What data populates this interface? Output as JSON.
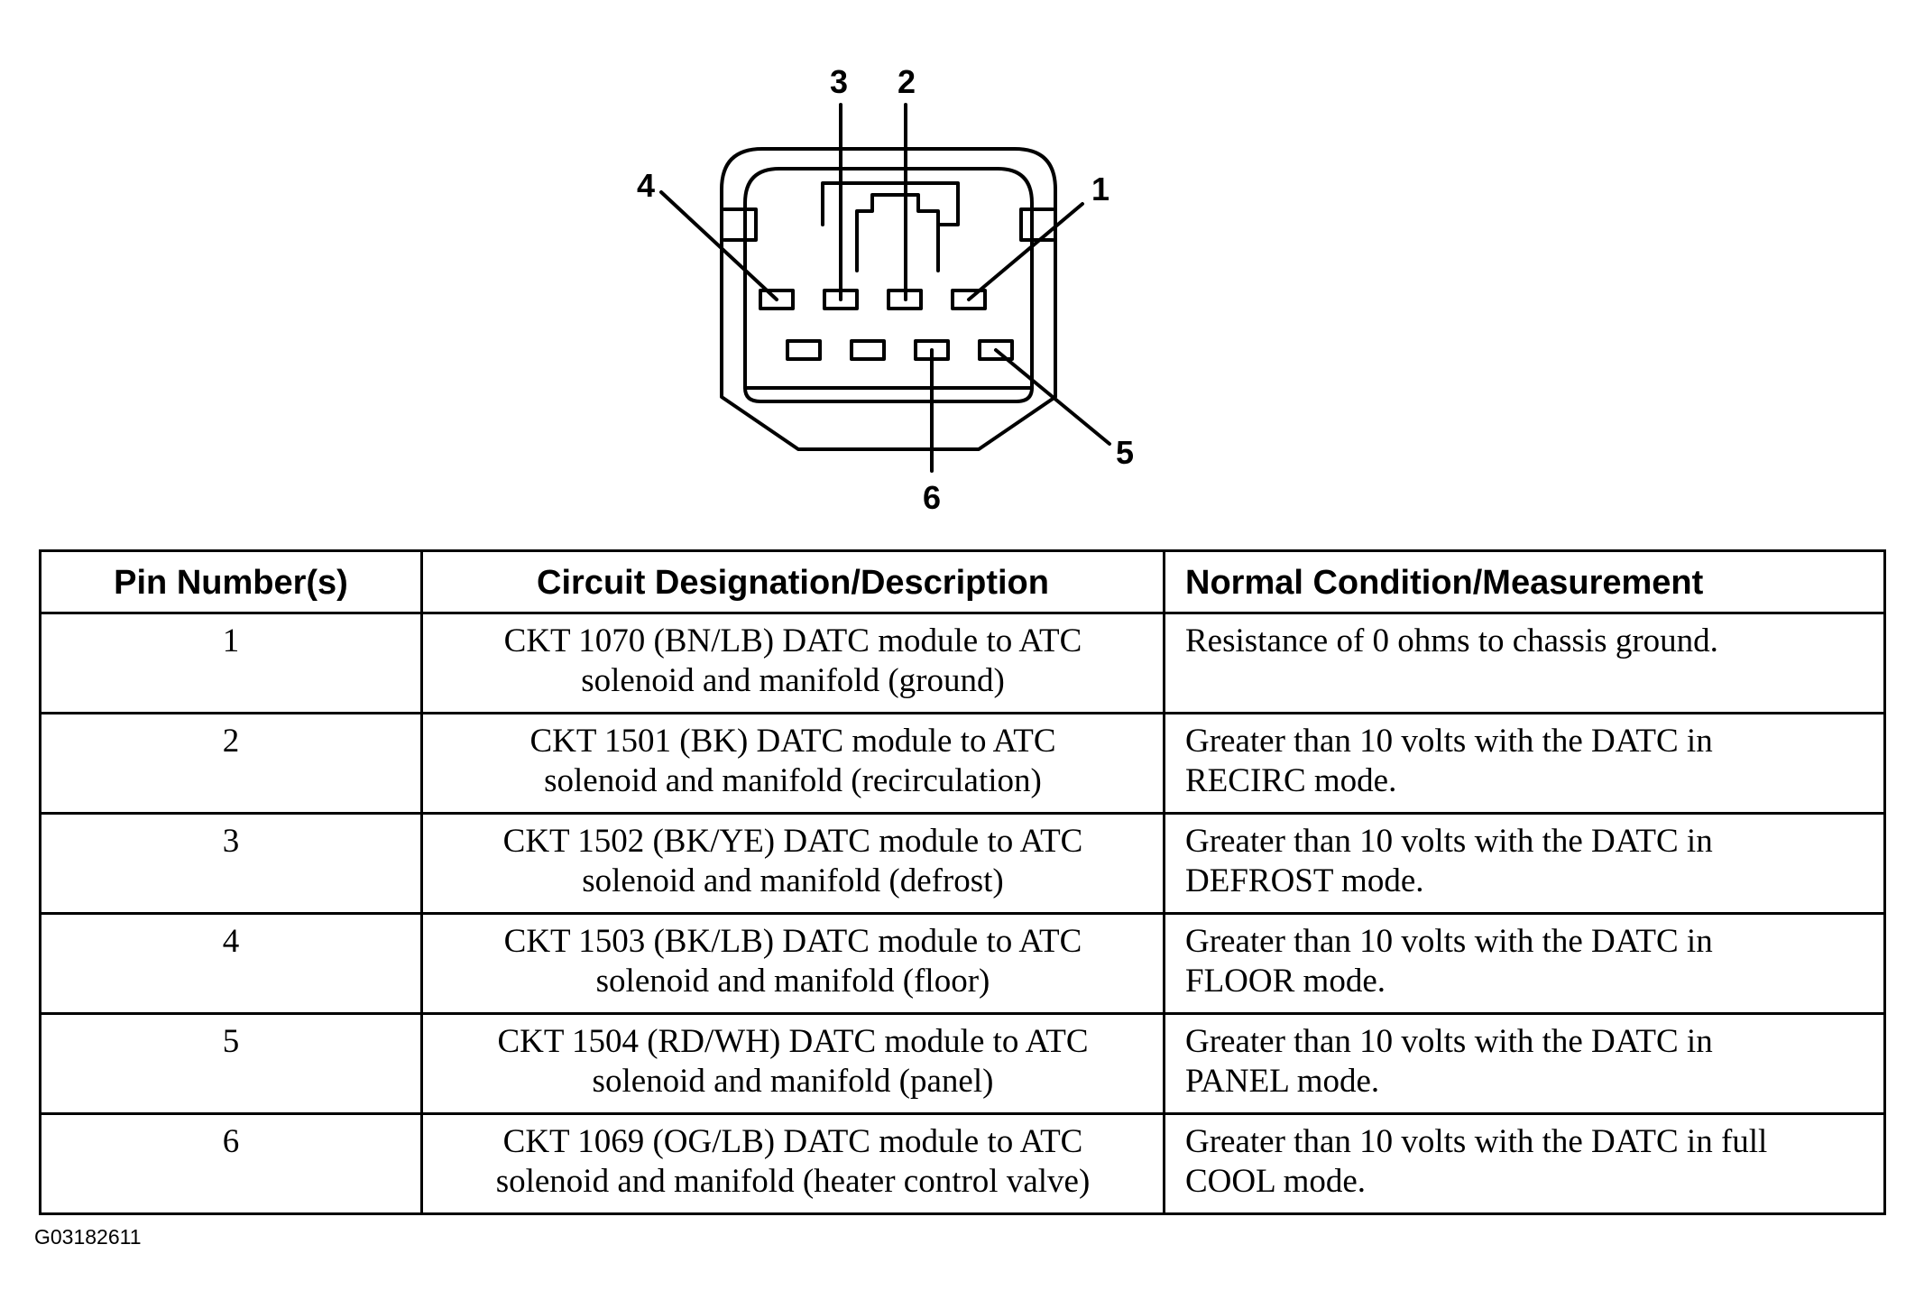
{
  "diagram": {
    "pin_callouts": [
      "1",
      "2",
      "3",
      "4",
      "5",
      "6"
    ]
  },
  "table": {
    "headers": {
      "pin": "Pin Number(s)",
      "circuit": "Circuit Designation/Description",
      "normal": "Normal Condition/Measurement"
    },
    "rows": [
      {
        "pin": "1",
        "circuit_line1": "CKT 1070 (BN/LB) DATC module to ATC",
        "circuit_line2": "solenoid and manifold (ground)",
        "normal_line1": "Resistance of 0 ohms to chassis ground.",
        "normal_line2": ""
      },
      {
        "pin": "2",
        "circuit_line1": "CKT 1501 (BK) DATC module to ATC",
        "circuit_line2": "solenoid and manifold (recirculation)",
        "normal_line1": "Greater than 10 volts with the DATC in",
        "normal_line2": "RECIRC mode."
      },
      {
        "pin": "3",
        "circuit_line1": "CKT 1502 (BK/YE) DATC module to ATC",
        "circuit_line2": "solenoid and manifold (defrost)",
        "normal_line1": "Greater than 10 volts with the DATC in",
        "normal_line2": "DEFROST mode."
      },
      {
        "pin": "4",
        "circuit_line1": "CKT 1503 (BK/LB) DATC module to ATC",
        "circuit_line2": "solenoid and manifold (floor)",
        "normal_line1": "Greater than 10 volts with the DATC in",
        "normal_line2": "FLOOR mode."
      },
      {
        "pin": "5",
        "circuit_line1": "CKT 1504 (RD/WH) DATC module to ATC",
        "circuit_line2": "solenoid and manifold (panel)",
        "normal_line1": "Greater than 10 volts with the DATC in",
        "normal_line2": "PANEL mode."
      },
      {
        "pin": "6",
        "circuit_line1": "CKT 1069 (OG/LB) DATC module to ATC",
        "circuit_line2": "solenoid and manifold (heater control valve)",
        "normal_line1": "Greater than 10 volts with the DATC in full",
        "normal_line2": "COOL mode."
      }
    ]
  },
  "figure_code": "G03182611"
}
